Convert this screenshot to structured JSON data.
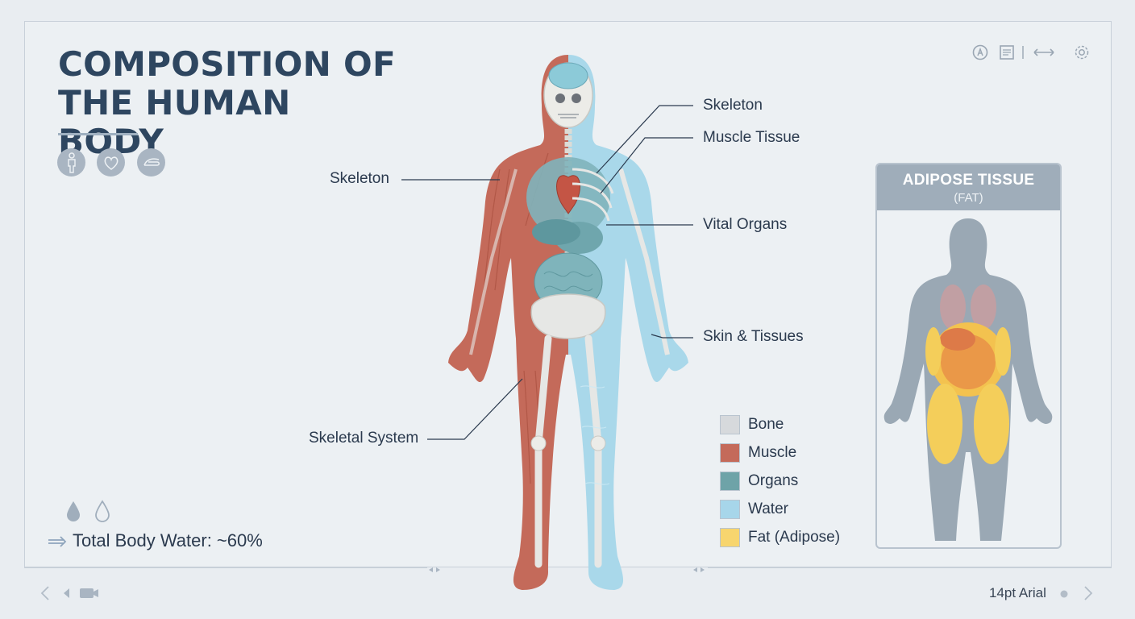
{
  "title": "COMPOSITION OF THE HUMAN BODY",
  "toolbar": {
    "icons": [
      "accessibility-icon",
      "notes-icon",
      "fit-width-icon",
      "settings-icon"
    ]
  },
  "category_icons": [
    "person-icon",
    "heart-icon",
    "tissue-icon"
  ],
  "callouts": {
    "skeleton_left": "Skeleton",
    "skeletal_system": "Skeletal System",
    "skeleton_right": "Skeleton",
    "muscle_tissue": "Muscle Tissue",
    "vital_organs": "Vital Organs",
    "skin_tissues": "Skin & Tissues"
  },
  "legend": {
    "items": [
      {
        "label": "Bone",
        "color": "#d6d9dc"
      },
      {
        "label": "Muscle",
        "color": "#c46a5a"
      },
      {
        "label": "Organs",
        "color": "#6ea3a8"
      },
      {
        "label": "Water",
        "color": "#a7d6ea"
      },
      {
        "label": "Fat (Adipose)",
        "color": "#f7d56e"
      }
    ]
  },
  "adipose": {
    "title": "ADIPOSE TISSUE",
    "subtitle": "(FAT)"
  },
  "water": {
    "label": "Total Body Water: ~60%"
  },
  "footer": {
    "font_label": "14pt Arial"
  },
  "colors": {
    "muscle": "#c46a5a",
    "bone": "#e6e7e5",
    "organ": "#6fa6ad",
    "water": "#a9d8ea",
    "fat": "#f5cf5f",
    "silhouette": "#9aa8b4"
  }
}
